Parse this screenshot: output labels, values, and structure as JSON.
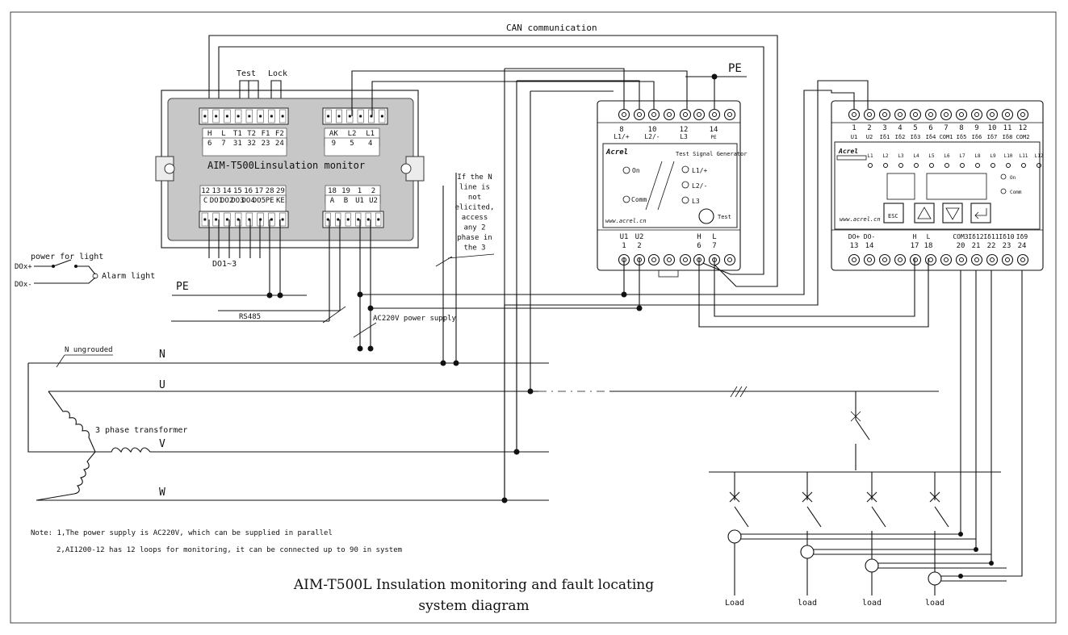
{
  "labels": {
    "can": "CAN communication",
    "pe_top": "PE",
    "test": "Test",
    "lock": "Lock",
    "aim_title": "AIM-T500Linsulation monitor",
    "aim_t1": [
      "H",
      "L",
      "T1",
      "T2",
      "F1",
      "F2"
    ],
    "aim_t1b": [
      "6",
      "7",
      "31",
      "32",
      "23",
      "24"
    ],
    "aim_t2": [
      "AK",
      "L2",
      "L1"
    ],
    "aim_t2b": [
      "9",
      "5",
      "4"
    ],
    "aim_b1": [
      "12",
      "13",
      "14",
      "15",
      "16",
      "17",
      "28",
      "29"
    ],
    "aim_b1b": [
      "C",
      "DO1",
      "DO2",
      "DO3",
      "DO4",
      "DO5",
      "PE",
      "KE"
    ],
    "aim_b2": [
      "18",
      "19",
      "1",
      "2"
    ],
    "aim_b2b": [
      "A",
      "B",
      "U1",
      "U2"
    ],
    "do13": "DO1~3",
    "n_note": [
      "If the N",
      "line is",
      "not",
      "elicited,",
      "access",
      "any 2",
      "phase in",
      "the 3"
    ],
    "power_for_light": "power for light",
    "dox_plus": "DOx+",
    "dox_minus": "DOx-",
    "alarm_light": "Alarm light",
    "pe_mid": "PE",
    "rs485": "RS485",
    "ac220": "AC220V power supply",
    "n_ungrounded": "N ungrouded",
    "n": "N",
    "u": "U",
    "v": "V",
    "w": "W",
    "transformer": "3 phase transformer",
    "note1": "Note: 1,The power supply is AC220V, which can be supplied in parallel",
    "note2": "2,AI1200-12 has 12 loops for monitoring, it can be connected up to 90 in system",
    "title_line1": "AIM-T500L Insulation monitoring and fault locating",
    "title_line2": "system diagram",
    "gen_top_nums": [
      "8",
      "10",
      "12",
      "14"
    ],
    "gen_top_names": [
      "L1/+",
      "L2/-",
      "L3",
      "PE"
    ],
    "gen_brand": "Acrel",
    "gen_title": "Test Signal Generator",
    "gen_on": "On",
    "gen_comm": "Comm",
    "gen_l1": "L1/+",
    "gen_l2": "L2/-",
    "gen_l3": "L3",
    "gen_test": "Test",
    "gen_web": "www.acrel.cn",
    "gen_bot_names": [
      "U1",
      "U2",
      "H",
      "L"
    ],
    "gen_bot_nums": [
      "1",
      "2",
      "6",
      "7"
    ],
    "loc_top_nums": [
      "1",
      "2",
      "3",
      "4",
      "5",
      "6",
      "7",
      "8",
      "9",
      "10",
      "11",
      "12"
    ],
    "loc_top_names": [
      "U1",
      "U2",
      "Iδ1",
      "Iδ2",
      "Iδ3",
      "Iδ4",
      "COM1",
      "Iδ5",
      "Iδ6",
      "Iδ7",
      "Iδ8",
      "COM2"
    ],
    "loc_brand": "Acrel",
    "loc_leds": [
      "L1",
      "L2",
      "L3",
      "L4",
      "L5",
      "L6",
      "L7",
      "L8",
      "L9",
      "L10",
      "L11",
      "L12"
    ],
    "loc_on": "On",
    "loc_comm": "Comm",
    "loc_esc": "ESC",
    "loc_web": "www.acrel.cn",
    "loc_bot_names": [
      "DO+",
      "DO-",
      "H",
      "L",
      "COM3",
      "Iδ12",
      "Iδ11",
      "Iδ10",
      "Iδ9"
    ],
    "loc_bot_nums": [
      "13",
      "14",
      "17",
      "18",
      "20",
      "21",
      "22",
      "23",
      "24"
    ],
    "load": [
      "Load",
      "load",
      "load",
      "load"
    ]
  }
}
